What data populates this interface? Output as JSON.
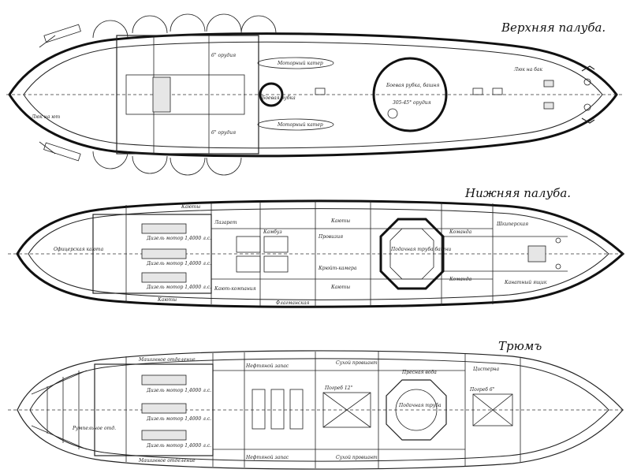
{
  "decks": {
    "upper": {
      "title": "Верхняя палуба.",
      "labels": {
        "funnel": "Боевая рубка",
        "guns_6": "6\" орудия",
        "guns_6b": "6\" орудия",
        "boat1": "Моторный катер",
        "boat2": "Моторный катер",
        "tower": "Боевая рубка, башня",
        "gun_305": "305-45° орудия",
        "hatch_aft": "Люк на ют",
        "hatch_fwd": "Люк на бак"
      }
    },
    "lower": {
      "title": "Нижняя палуба.",
      "labels": {
        "motor1": "Дизель мотор 1,4000 л.с.",
        "motor2": "Дизель мотор 1,4000 л.с.",
        "motor3": "Дизель мотор 1,4000 л.с.",
        "cabins1": "Каюты",
        "cabins2": "Каюты",
        "cabins3": "Каюты",
        "cabins4": "Каюты",
        "officer": "Офицерская каюта",
        "sick": "Лазарет",
        "mess": "Кают-компания",
        "galley": "Камбуз",
        "crew": "Команда",
        "crew2": "Команда",
        "turret": "Подачная труба башни",
        "stores": "Провизия",
        "fwd": "Шкиперская",
        "kitchen": "Крюйт-камера",
        "flag": "Флагманская",
        "rope": "Канатный ящик"
      }
    },
    "hold": {
      "title": "Трюмъ",
      "labels": {
        "motor1": "Дизель мотор 1,4000 л.с.",
        "motor2": "Дизель мотор 1,4000 л.с.",
        "motor3": "Дизель мотор 1,4000 л.с.",
        "engine": "Машинное отделение",
        "engine2": "Машинное отделение",
        "fuel": "Нефтяной запас",
        "fuel2": "Нефтяной запас",
        "magazine": "Погреб 12\"",
        "magazine2": "Погреб 6\"",
        "turret_base": "Подачная труба",
        "dry": "Сухой провиант",
        "dry2": "Сухой провиант",
        "water": "Пресная вода",
        "tank": "Цистерна",
        "aft": "Румпельное отд."
      }
    }
  }
}
